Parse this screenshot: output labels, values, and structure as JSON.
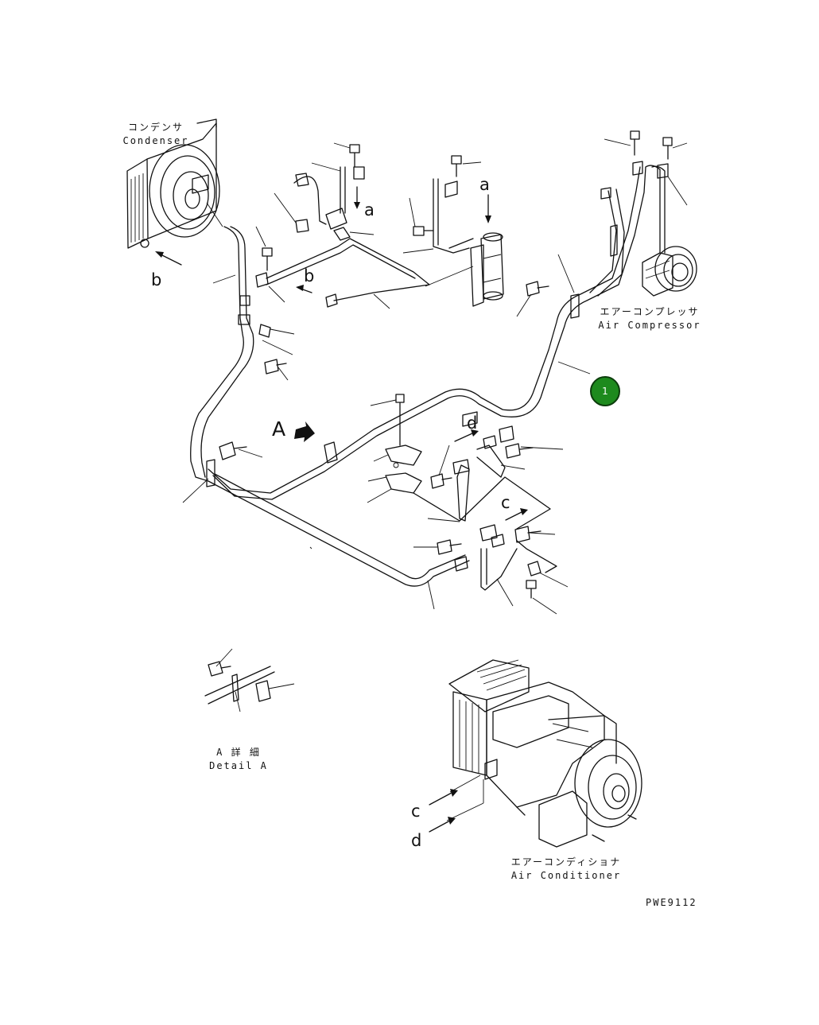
{
  "labels": {
    "condenser_jp": "コンデンサ",
    "condenser_en": "Condenser",
    "compressor_jp": "エアーコンプレッサ",
    "compressor_en": "Air Compressor",
    "detail_jp": "A 詳 細",
    "detail_en": "Detail A",
    "aircon_jp": "エアーコンディショナ",
    "aircon_en": "Air Conditioner",
    "drawing_code": "PWE9112"
  },
  "markers": {
    "a_top": "a",
    "a_right": "a",
    "b_left": "b",
    "b_mid": "b",
    "A": "A",
    "c_mid": "c",
    "d_mid": "d",
    "c_bottom": "c",
    "d_bottom": "d"
  },
  "callout": {
    "number": "1",
    "color": "#1d8a1d"
  }
}
